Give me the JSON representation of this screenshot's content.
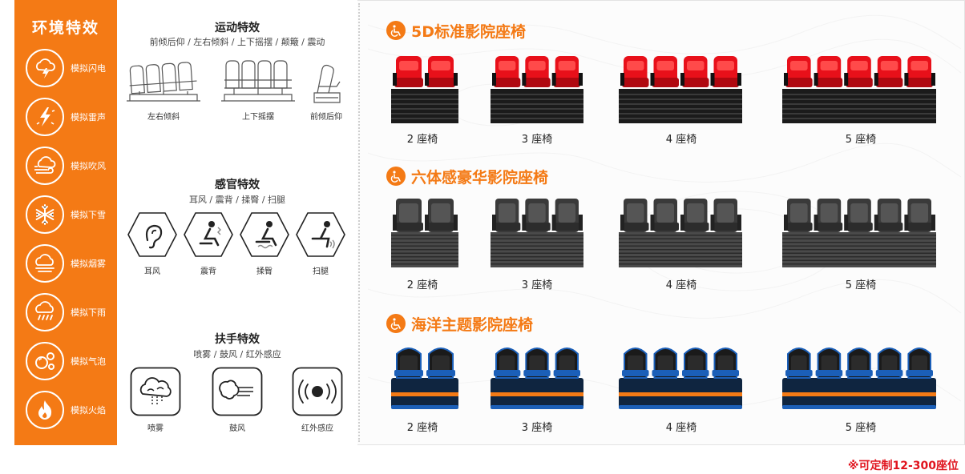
{
  "environment": {
    "title": "环境特效",
    "items": [
      {
        "label": "模拟闪电",
        "icon": "lightning-cloud-icon"
      },
      {
        "label": "模拟雷声",
        "icon": "thunder-bolt-icon"
      },
      {
        "label": "模拟吹风",
        "icon": "wind-icon"
      },
      {
        "label": "模拟下雪",
        "icon": "snowflake-icon"
      },
      {
        "label": "模拟烟雾",
        "icon": "fog-icon"
      },
      {
        "label": "模拟下雨",
        "icon": "rain-icon"
      },
      {
        "label": "模拟气泡",
        "icon": "bubbles-icon"
      },
      {
        "label": "模拟火焰",
        "icon": "flame-icon"
      }
    ]
  },
  "motion": {
    "title": "运动特效",
    "subtitle": "前倾后仰 / 左右倾斜 / 上下摇摆 / 颠簸 / 震动",
    "captions": [
      "左右倾斜",
      "上下摇摆",
      "前倾后仰"
    ]
  },
  "sensory": {
    "title": "感官特效",
    "subtitle": "耳风 / 震背 / 揉臀 / 扫腿",
    "captions": [
      "耳风",
      "震背",
      "揉臀",
      "扫腿"
    ]
  },
  "armrest": {
    "title": "扶手特效",
    "subtitle": "喷雾 / 鼓风 / 红外感应",
    "captions": [
      "喷雾",
      "鼓风",
      "红外感应"
    ]
  },
  "categories": [
    {
      "title": "5D标准影院座椅",
      "captions": [
        "2 座椅",
        "3 座椅",
        "4 座椅",
        "5 座椅"
      ]
    },
    {
      "title": "六体感豪华影院座椅",
      "captions": [
        "2 座椅",
        "3 座椅",
        "4 座椅",
        "5 座椅"
      ]
    },
    {
      "title": "海洋主题影院座椅",
      "captions": [
        "2 座椅",
        "3 座椅",
        "4 座椅",
        "5 座椅"
      ]
    }
  ],
  "note": "※可定制12-300座位",
  "colors": {
    "accent": "#f47a15",
    "note": "#e0131d",
    "seat_red": "#e8101a",
    "seat_dark": "#3a3a3a",
    "seat_blue": "#1b5fb8"
  }
}
